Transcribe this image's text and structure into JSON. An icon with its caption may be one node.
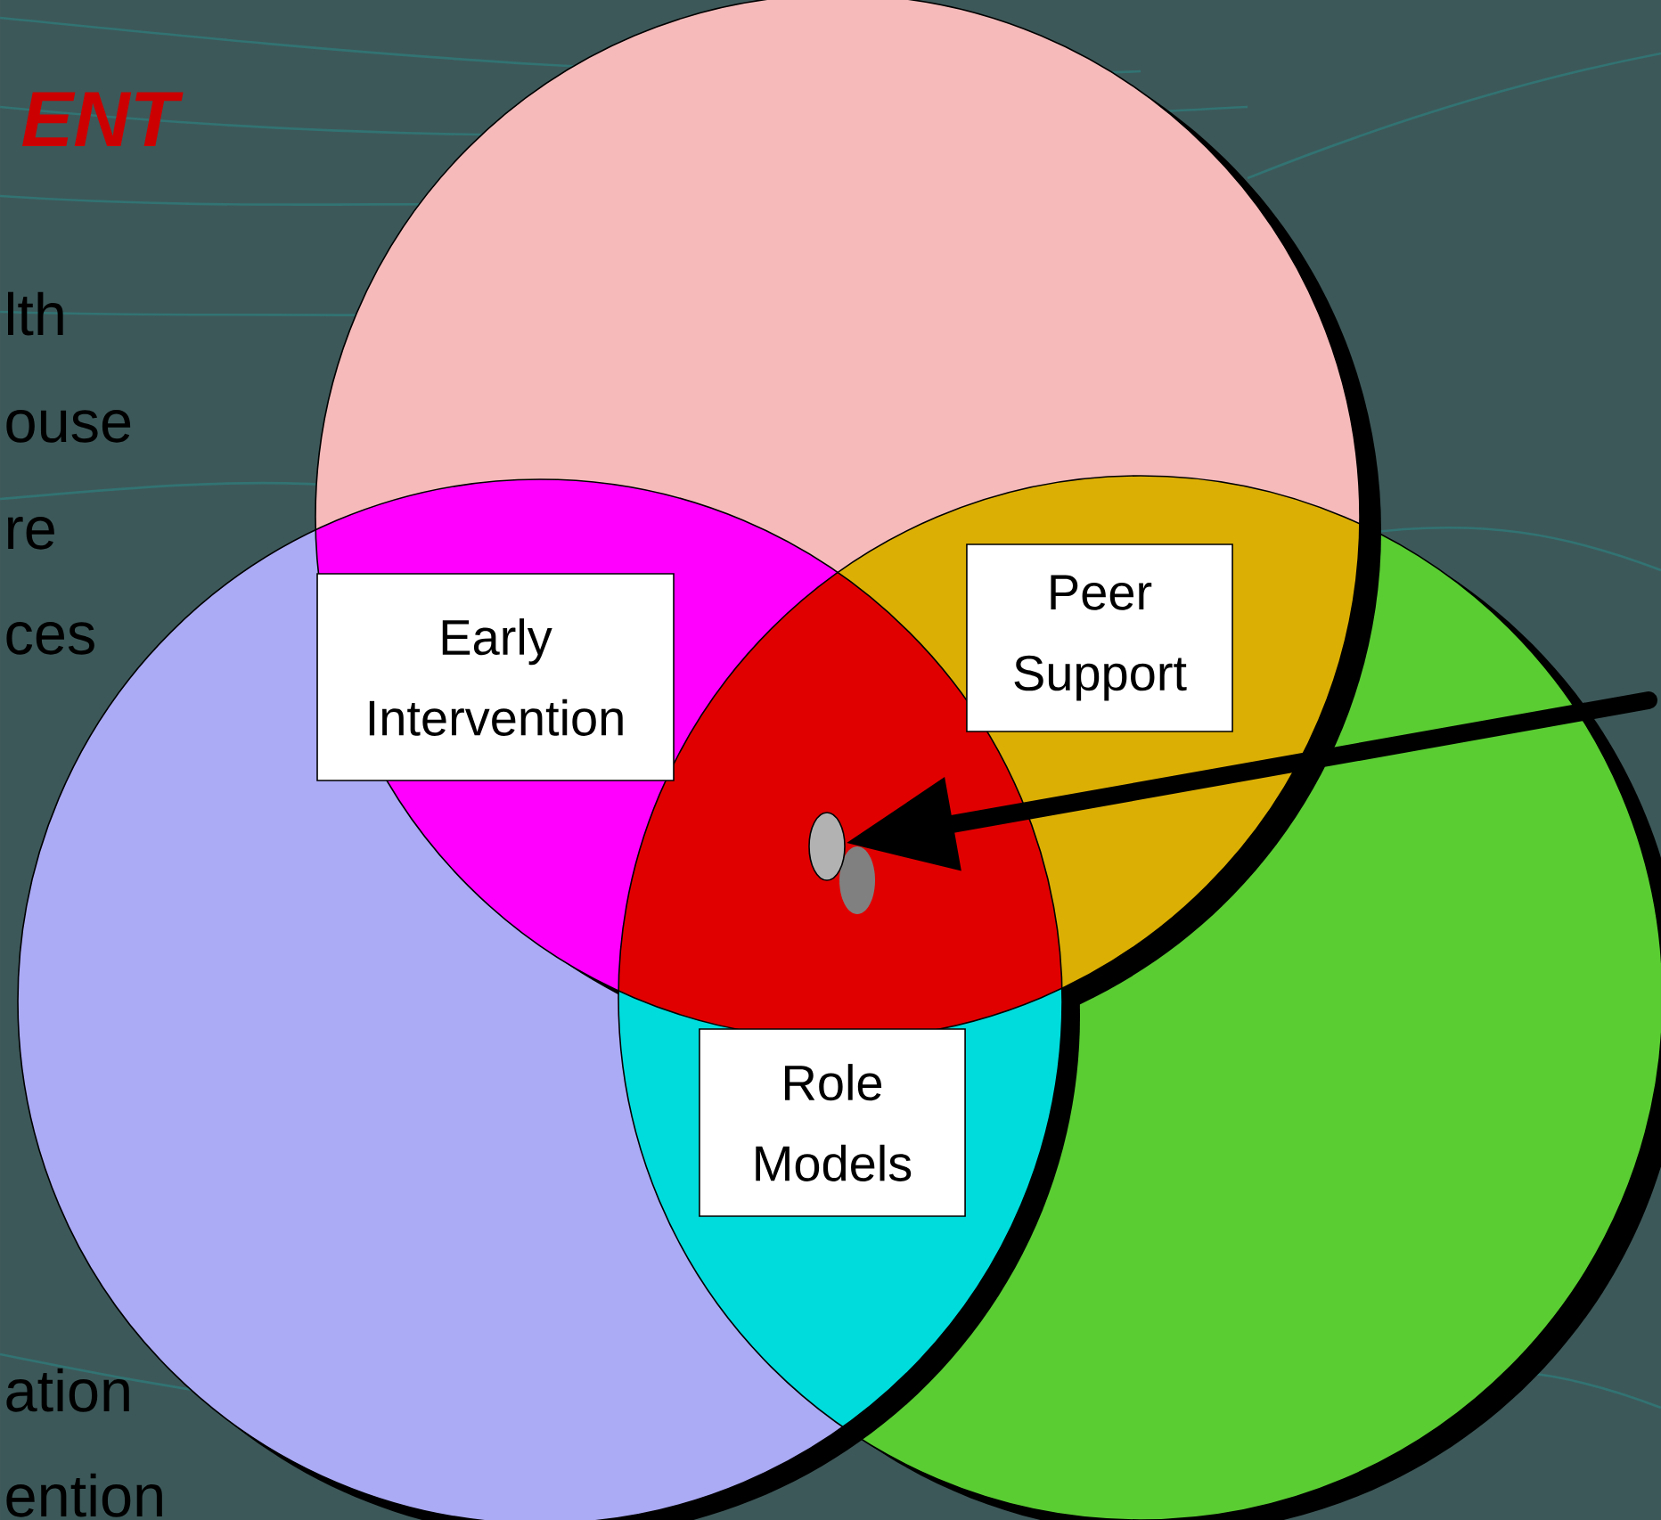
{
  "diagram": {
    "nodes": [
      {
        "text": [
          "Early Intervention"
        ]
      },
      {
        "text": [
          "Peer Support"
        ]
      },
      {
        "text": [
          "Role Models"
        ]
      },
      {
        "text": [],
        "shape": "ellipse"
      },
      {
        "text": [],
        "shape": "ellipse"
      }
    ],
    "edges": [
      {
        "from": null,
        "to": 3,
        "arrow": "to"
      }
    ],
    "labels": [
      "ENT",
      "lth",
      "ouse",
      "re",
      "ces",
      "ation",
      "ention"
    ]
  }
}
